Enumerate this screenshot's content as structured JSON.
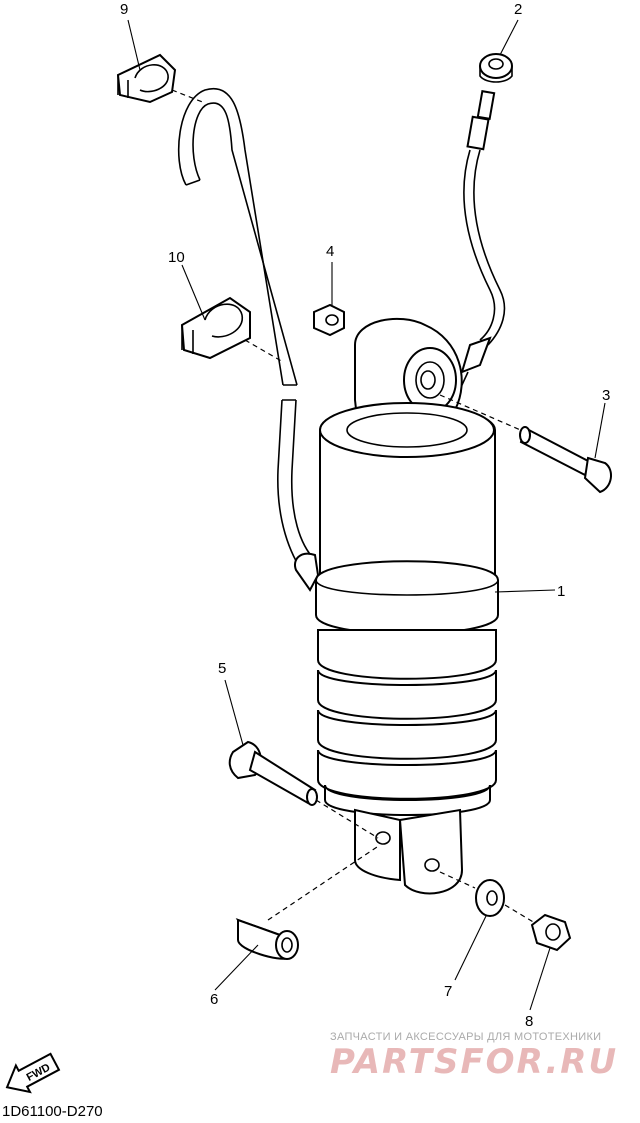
{
  "diagram": {
    "callouts": [
      {
        "id": "1",
        "label": "1"
      },
      {
        "id": "2",
        "label": "2"
      },
      {
        "id": "3",
        "label": "3"
      },
      {
        "id": "4",
        "label": "4"
      },
      {
        "id": "5",
        "label": "5"
      },
      {
        "id": "6",
        "label": "6"
      },
      {
        "id": "7",
        "label": "7"
      },
      {
        "id": "8",
        "label": "8"
      },
      {
        "id": "9",
        "label": "9"
      },
      {
        "id": "10",
        "label": "10"
      }
    ],
    "direction_label": "FWD",
    "drawing_code": "1D61100-D270"
  },
  "watermark": {
    "subtitle": "ЗАПЧАСТИ И АКСЕССУАРЫ ДЛЯ МОТОТЕХНИКИ",
    "logo": "PARTSFOR.RU"
  }
}
